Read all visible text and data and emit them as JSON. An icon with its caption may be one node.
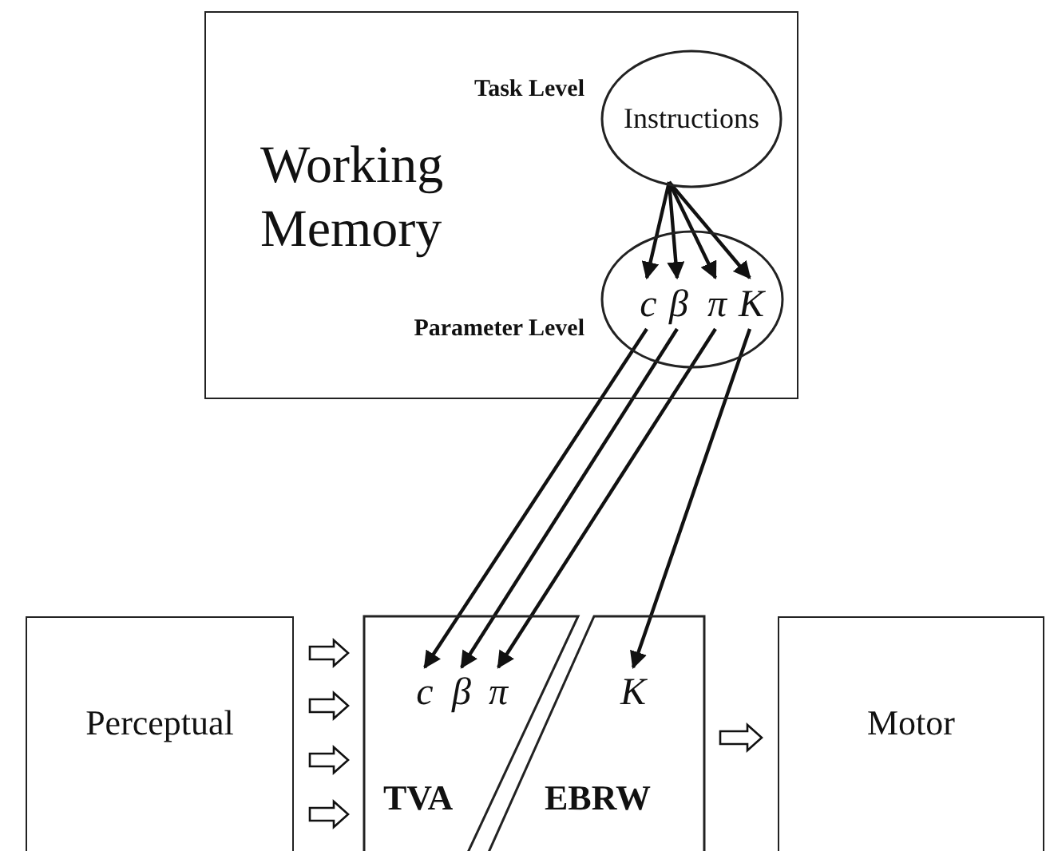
{
  "diagram": {
    "nodes": [
      {
        "text": [
          "Working Memory"
        ]
      },
      {
        "text": [
          "Instructions"
        ],
        "beside": [
          "Task Level"
        ],
        "in": 0
      },
      {
        "text": [],
        "shape": "circle",
        "beside": [
          "Parameter Level"
        ],
        "in": 0
      },
      {
        "text": [
          "c"
        ],
        "in": 2
      },
      {
        "text": [
          "β"
        ],
        "in": 2
      },
      {
        "text": [
          "π"
        ],
        "in": 2
      },
      {
        "text": [
          "K"
        ],
        "in": 2
      },
      {
        "text": [
          "Perceptual"
        ]
      },
      {
        "text": [
          "TVA"
        ]
      },
      {
        "text": [
          "c"
        ],
        "in": 8
      },
      {
        "text": [
          "β"
        ],
        "in": 8
      },
      {
        "text": [
          "π"
        ]
      },
      {
        "text": [
          "EBRW"
        ]
      },
      {
        "text": [
          "K"
        ],
        "in": 12
      },
      {
        "text": [
          "Motor"
        ]
      }
    ],
    "edges": [
      {
        "from": 1,
        "to": 3,
        "arrow": "to"
      },
      {
        "from": 1,
        "to": 4,
        "arrow": "to"
      },
      {
        "from": 1,
        "to": 5,
        "arrow": "to"
      },
      {
        "from": 1,
        "to": 6,
        "arrow": "to"
      },
      {
        "from": 3,
        "to": 9,
        "arrow": "to"
      },
      {
        "from": 4,
        "to": 10,
        "arrow": "to"
      },
      {
        "from": 5,
        "to": 11,
        "arrow": "to"
      },
      {
        "from": 6,
        "to": 13,
        "arrow": "to"
      },
      {
        "from": 7,
        "to": 8,
        "arrow": "to",
        "style": "thick"
      },
      {
        "from": 7,
        "to": 8,
        "arrow": "to",
        "style": "thick"
      },
      {
        "from": 7,
        "to": 8,
        "arrow": "to",
        "style": "thick"
      },
      {
        "from": 7,
        "to": 8,
        "arrow": "to",
        "style": "thick"
      },
      {
        "from": 12,
        "to": 14,
        "arrow": "to",
        "style": "thick"
      }
    ]
  }
}
